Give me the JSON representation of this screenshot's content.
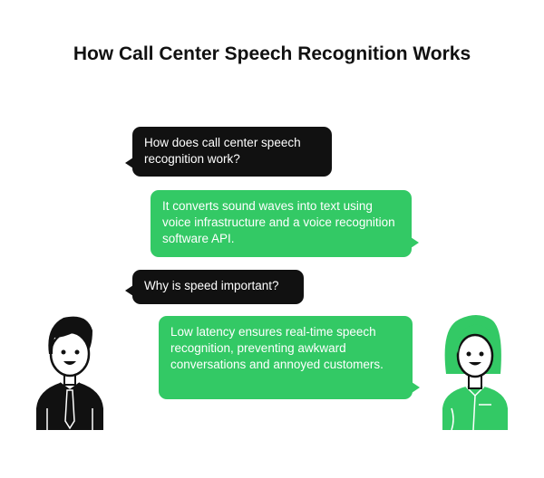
{
  "title": "How Call Center Speech Recognition Works",
  "messages": [
    {
      "speaker": "customer",
      "text": "How does call center speech recognition work?"
    },
    {
      "speaker": "agent",
      "text": "It converts sound waves into text using voice infrastructure and a voice recognition software API."
    },
    {
      "speaker": "customer",
      "text": "Why is speed important?"
    },
    {
      "speaker": "agent",
      "text": "Low latency ensures real-time speech recognition, preventing awkward conversations and annoyed customers."
    }
  ],
  "colors": {
    "accent": "#33c965",
    "dark": "#111111"
  }
}
